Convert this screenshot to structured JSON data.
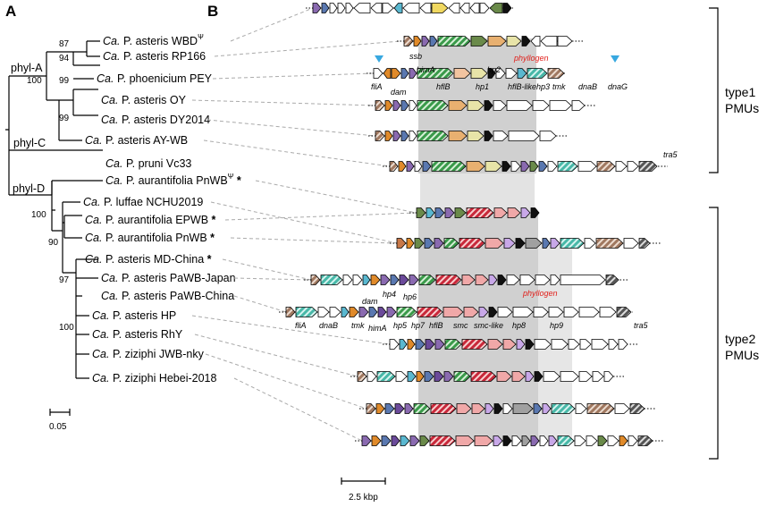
{
  "panel_a_label": "A",
  "panel_b_label": "B",
  "taxa": [
    {
      "genus": "Ca.",
      "name": "P. asteris WBD",
      "mark": "Ψ"
    },
    {
      "genus": "Ca.",
      "name": "P. asteris RP166",
      "mark": ""
    },
    {
      "genus": "Ca.",
      "name": "P. phoenicium PEY",
      "mark": ""
    },
    {
      "genus": "Ca.",
      "name": "P. asteris OY",
      "mark": ""
    },
    {
      "genus": "Ca.",
      "name": "P. asteris DY2014",
      "mark": ""
    },
    {
      "genus": "Ca.",
      "name": "P. asteris AY-WB",
      "mark": ""
    },
    {
      "genus": "Ca.",
      "name": "P. pruni Vc33",
      "mark": ""
    },
    {
      "genus": "Ca.",
      "name": "P. aurantifolia PnWB",
      "mark": "Ψ*"
    },
    {
      "genus": "Ca.",
      "name": "P. luffae NCHU2019",
      "mark": ""
    },
    {
      "genus": "Ca.",
      "name": "P. aurantifolia EPWB",
      "mark": "*"
    },
    {
      "genus": "Ca.",
      "name": "P. aurantifolia PnWB",
      "mark": "*"
    },
    {
      "genus": "Ca.",
      "name": "P. asteris MD-China",
      "mark": "*"
    },
    {
      "genus": "Ca.",
      "name": "P. asteris PaWB-Japan",
      "mark": ""
    },
    {
      "genus": "Ca.",
      "name": "P. asteris PaWB-China",
      "mark": ""
    },
    {
      "genus": "Ca.",
      "name": "P. asteris HP",
      "mark": ""
    },
    {
      "genus": "Ca.",
      "name": "P. asteris RhY",
      "mark": ""
    },
    {
      "genus": "Ca.",
      "name": "P. ziziphi JWB-nky",
      "mark": ""
    },
    {
      "genus": "Ca.",
      "name": "P. ziziphi Hebei-2018",
      "mark": ""
    }
  ],
  "bootstrap": [
    "87",
    "94",
    "99",
    "100",
    "99",
    "100",
    "90",
    "97",
    "100"
  ],
  "clades": [
    "phyl-A",
    "phyl-C",
    "phyl-D"
  ],
  "tree_scale_label": "0.05",
  "gene_scale_label": "2.5 kbp",
  "groups": [
    "type1\nPMUs",
    "type2\nPMUs"
  ],
  "group_line1": [
    "type1",
    "type2"
  ],
  "group_line2": [
    "PMUs",
    "PMUs"
  ],
  "type1_gene_labels": {
    "ssb": "ssb",
    "himA": "himA",
    "hp2": "hp2",
    "phyllogen": "phyllogen",
    "fliA": "fliA",
    "dam": "dam",
    "hflB": "hflB",
    "hp1": "hp1",
    "hflB_like": "hflB-like",
    "hp3": "hp3",
    "tmk": "tmk",
    "dnaB": "dnaB",
    "dnaG": "dnaG",
    "tra5": "tra5"
  },
  "type2_gene_labels": {
    "dam": "dam",
    "hp4": "hp4",
    "hp6": "hp6",
    "phyllogen": "phyllogen",
    "fliA": "fliA",
    "dnaB": "dnaB",
    "tmk": "tmk",
    "himA": "himA",
    "hp5": "hp5",
    "hp7": "hp7",
    "hflB": "hflB",
    "smc": "smc",
    "smc_like": "smc-like",
    "hp8": "hp8",
    "hp9": "hp9",
    "tra5": "tra5"
  },
  "colors": {
    "hflB": "#3a9a4a",
    "smc": "#c8283a",
    "dnaB": "#48b8a8",
    "dnaG": "#a07860",
    "hp1": "#f2c4a0",
    "hp2": "#e8e4a8",
    "phyllogen": "#111111",
    "himA": "#5a78b0",
    "dam": "#e08a2a",
    "hp5": "#6b4a9a",
    "hp8": "#c8a8e8",
    "tmk": "#5ab8d0",
    "smc_like": "#f0a8a8",
    "tra5": "#555555",
    "shade": "#c8c8c8",
    "marker": "#38a8e0"
  }
}
